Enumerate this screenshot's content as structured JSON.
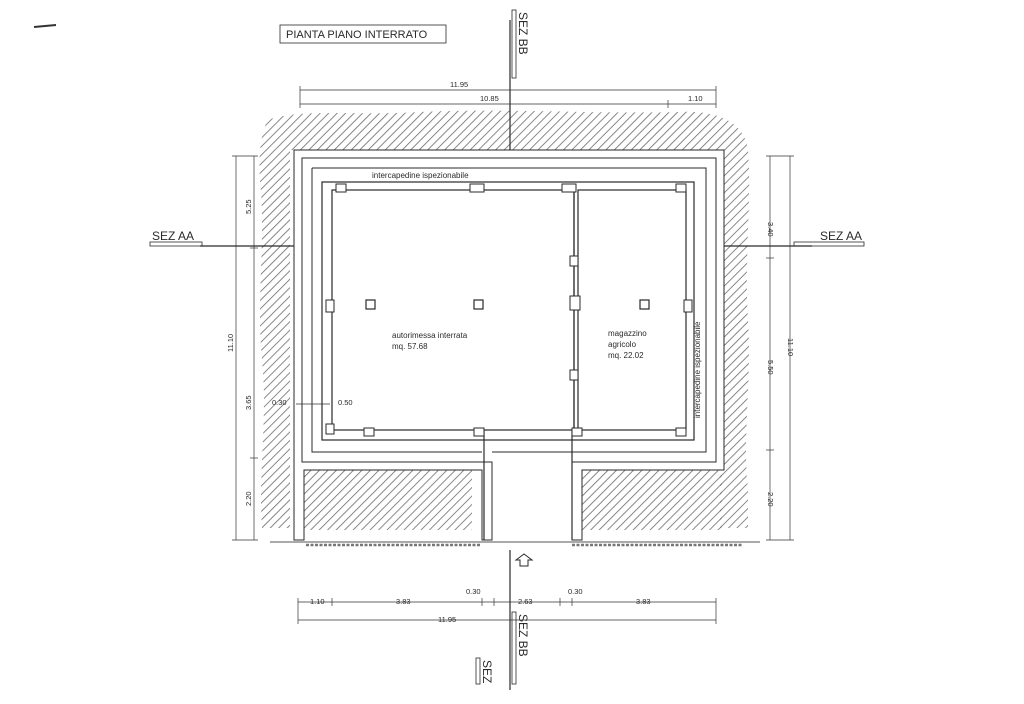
{
  "title": "PIANTA PIANO INTERRATO",
  "sections": {
    "bb_top": "SEZ BB",
    "bb_bottom": "SEZ BB",
    "bb_bottom_partial": "SEZ",
    "aa_left": "SEZ AA",
    "aa_right": "SEZ AA"
  },
  "rooms": {
    "garage_name": "autorimessa interrata",
    "garage_area": "mq. 57.68",
    "storage_name_1": "magazzino",
    "storage_name_2": "agricolo",
    "storage_area": "mq. 22.02"
  },
  "labels": {
    "gap_top": "intercapedine ispezionabile",
    "gap_right": "intercapedine ispezionabile"
  },
  "dimensions": {
    "top_total": "11.95",
    "top_main": "10.85",
    "top_side": "1.10",
    "left_total": "11.10",
    "left_upper": "5.25",
    "left_mid": "3.65",
    "left_lower": "2.20",
    "wall_outer": "0.30",
    "wall_inner": "0.50",
    "right_total": "11.10",
    "right_upper": "3.40",
    "right_mid": "5.50",
    "right_lower": "2.20",
    "bottom_a": "1.10",
    "bottom_b": "3.83",
    "bottom_c": "0.30",
    "bottom_d": "2.63",
    "bottom_e": "0.30",
    "bottom_f": "3.83",
    "bottom_total": "11.95"
  }
}
